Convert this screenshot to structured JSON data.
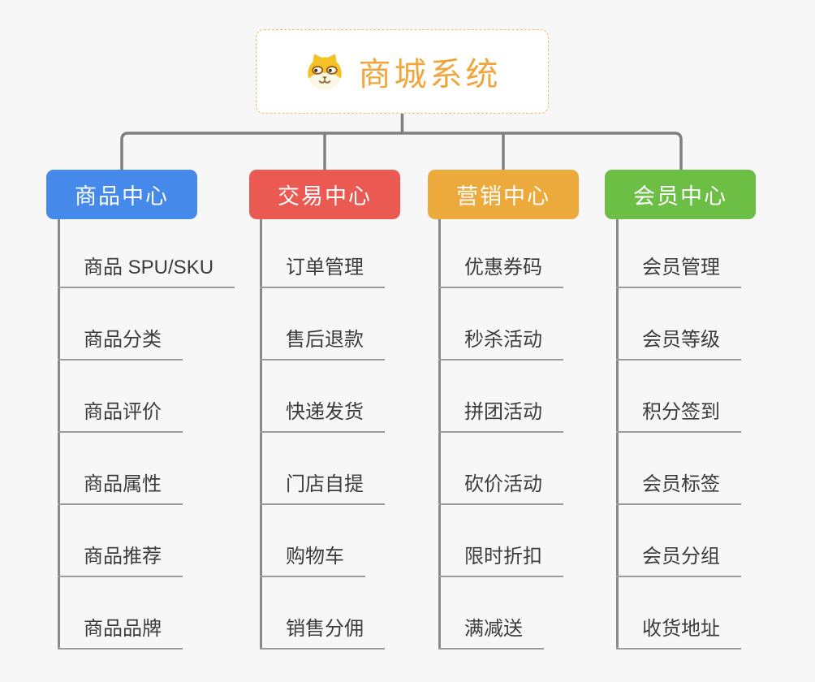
{
  "root": {
    "label": "商城系统",
    "icon": "shiba-dog-icon",
    "text_color": "#efa73d",
    "border_color": "#f3bc66"
  },
  "connectors": {
    "color": "#7f7f7f"
  },
  "branches": [
    {
      "label": "商品中心",
      "color": "#4589eb",
      "items": [
        "商品 SPU/SKU",
        "商品分类",
        "商品评价",
        "商品属性",
        "商品推荐",
        "商品品牌"
      ]
    },
    {
      "label": "交易中心",
      "color": "#ea5a52",
      "items": [
        "订单管理",
        "售后退款",
        "快递发货",
        "门店自提",
        "购物车",
        "销售分佣"
      ]
    },
    {
      "label": "营销中心",
      "color": "#edaa3c",
      "items": [
        "优惠券码",
        "秒杀活动",
        "拼团活动",
        "砍价活动",
        "限时折扣",
        "满减送"
      ]
    },
    {
      "label": "会员中心",
      "color": "#6cbe44",
      "items": [
        "会员管理",
        "会员等级",
        "积分签到",
        "会员标签",
        "会员分组",
        "收货地址"
      ]
    }
  ]
}
